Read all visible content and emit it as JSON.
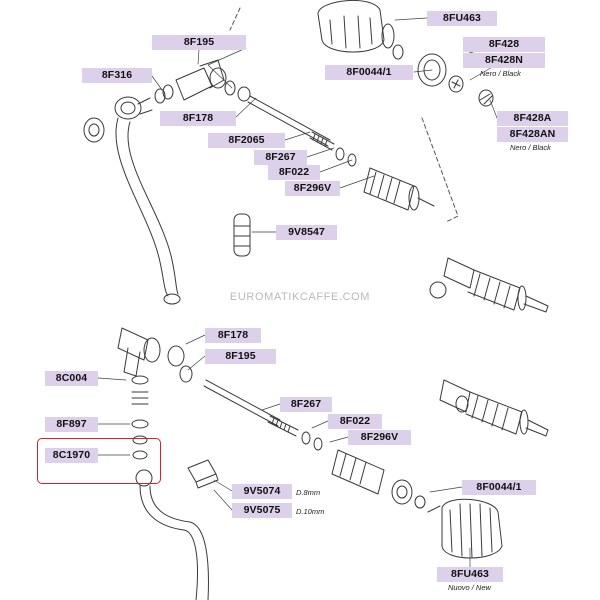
{
  "watermark": "EUROMATIKCAFFE.COM",
  "colors": {
    "label_background": "#ddd0ea",
    "highlight_border": "#d3222a",
    "line": "#3a3a3a"
  },
  "top_assembly": {
    "labels": [
      "8FU463",
      "8F195",
      "8F428",
      "8F428N",
      "8F316",
      "8F0044/1",
      "8F178",
      "8F428A",
      "8F428AN",
      "8F2065",
      "8F267",
      "8F022",
      "8F296V",
      "9V8547"
    ],
    "notes": {
      "8F428N": "Nero / Black",
      "8F428AN": "Nero / Black"
    }
  },
  "bottom_assembly": {
    "labels": [
      "8F178",
      "8F195",
      "8C004",
      "8F267",
      "8F897",
      "8F022",
      "8F296V",
      "8C1970",
      "8F0044/1",
      "9V5074",
      "9V5075",
      "8FU463"
    ],
    "notes": {
      "9V5074": "D.8mm",
      "9V5075": "D.10mm",
      "8FU463": "Nuovo / New"
    },
    "highlighted": "8C1970"
  }
}
